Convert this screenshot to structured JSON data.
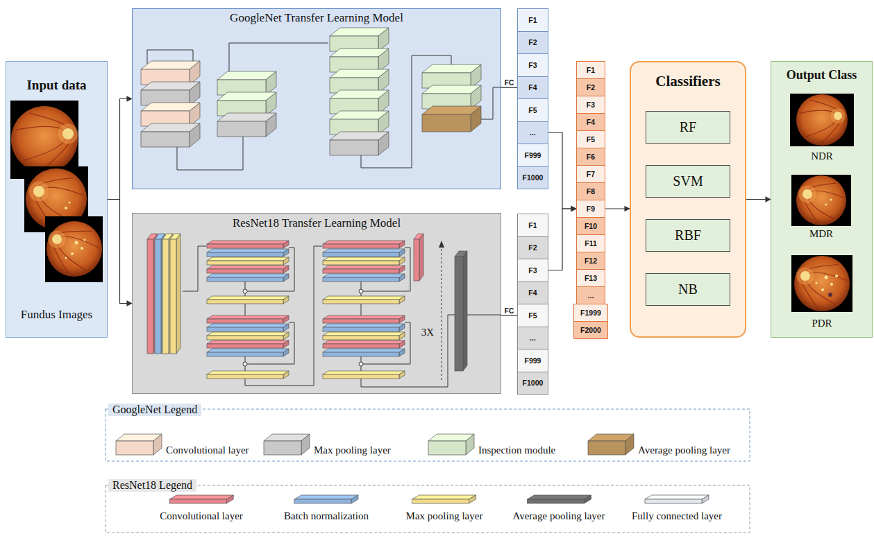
{
  "diagram": {
    "nodes": [
      {
        "text": [
          "Input data",
          "Fundus Images"
        ]
      },
      {
        "text": [
          "GoogleNet Transfer Learning Model"
        ]
      },
      {
        "text": [
          "ResNet18 Transfer Learning Model"
        ]
      },
      {
        "text": [
          "F1"
        ]
      },
      {
        "text": [
          "F2"
        ]
      },
      {
        "text": [
          "F3"
        ]
      },
      {
        "text": [
          "F4"
        ]
      },
      {
        "text": [
          "F5"
        ]
      },
      {
        "text": [
          "..."
        ]
      },
      {
        "text": [
          "F999"
        ]
      },
      {
        "text": [
          "F1000"
        ]
      },
      {
        "text": [
          "F1"
        ]
      },
      {
        "text": [
          "F2"
        ]
      },
      {
        "text": [
          "F3"
        ]
      },
      {
        "text": [
          "F4"
        ]
      },
      {
        "text": [
          "F5"
        ]
      },
      {
        "text": [
          "..."
        ]
      },
      {
        "text": [
          "F999"
        ]
      },
      {
        "text": [
          "F1000"
        ]
      },
      {
        "text": [
          "F1"
        ]
      },
      {
        "text": [
          "F2"
        ]
      },
      {
        "text": [
          "F3"
        ]
      },
      {
        "text": [
          "F4"
        ]
      },
      {
        "text": [
          "F5"
        ]
      },
      {
        "text": [
          "F6"
        ]
      },
      {
        "text": [
          "F7"
        ]
      },
      {
        "text": [
          "F8"
        ]
      },
      {
        "text": [
          "F9"
        ]
      },
      {
        "text": [
          "F10"
        ]
      },
      {
        "text": [
          "F11"
        ]
      },
      {
        "text": [
          "F12"
        ]
      },
      {
        "text": [
          "F13"
        ]
      },
      {
        "text": [
          "..."
        ]
      },
      {
        "text": [
          "F1999"
        ]
      },
      {
        "text": [
          "F2000"
        ]
      },
      {
        "text": [
          "Classifiers"
        ]
      },
      {
        "text": [
          "RF"
        ],
        "in": 35
      },
      {
        "text": [
          "SVM"
        ],
        "in": 35
      },
      {
        "text": [
          "RBF"
        ],
        "in": 35
      },
      {
        "text": [
          "NB"
        ],
        "in": 35
      },
      {
        "text": [
          "Output Class"
        ]
      }
    ],
    "edges": [
      {
        "from": 0,
        "to": 1,
        "arrow": "to"
      },
      {
        "from": 0,
        "to": 2,
        "arrow": "to"
      },
      {
        "from": 1,
        "to": 6,
        "label": "FC",
        "arrow": "none"
      },
      {
        "from": 2,
        "to": 15,
        "label": "FC",
        "arrow": "none"
      },
      {
        "from": 8,
        "to": 27,
        "arrow": "to"
      },
      {
        "from": 13,
        "to": 27,
        "arrow": "to"
      },
      {
        "from": 27,
        "to": 35,
        "arrow": "to"
      },
      {
        "from": 35,
        "to": 40,
        "arrow": "to"
      }
    ],
    "labels": [
      "3X",
      "NDR",
      "MDR",
      "PDR",
      "GoogleNet Legend",
      "ResNet18 Legend"
    ],
    "legend": [
      {
        "text": "Convolutional layer",
        "color": "#f6d9c8"
      },
      {
        "text": "Max pooling layer",
        "color": "#c9c9c9"
      },
      {
        "text": "Inspection module",
        "color": "#d6e6c9"
      },
      {
        "text": "Average pooling layer",
        "color": "#b9935e"
      },
      {
        "text": "Convolutional layer",
        "color": "#e8848c"
      },
      {
        "text": "Batch normalization",
        "color": "#8fb4de"
      },
      {
        "text": "Max pooling layer",
        "color": "#f2dc8c"
      },
      {
        "text": "Average pooling layer",
        "color": "#6e6e6e"
      },
      {
        "text": "Fully connected layer",
        "color": "#e4e8ee"
      }
    ]
  }
}
